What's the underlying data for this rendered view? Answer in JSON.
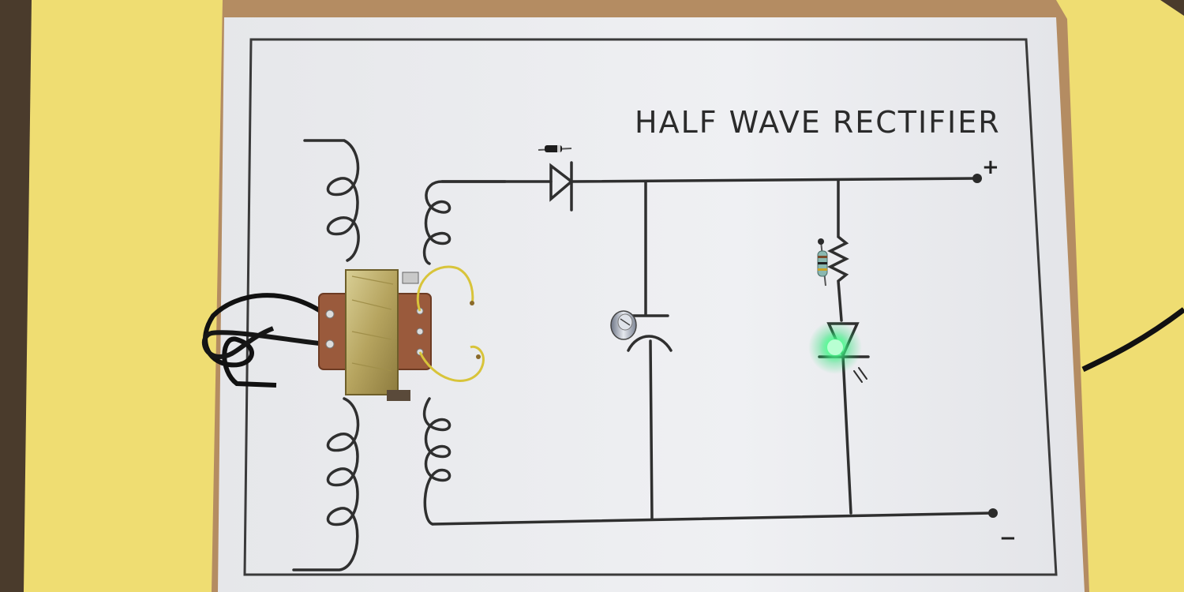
{
  "board": {
    "title": "HALF WAVE RECTIFIER",
    "positive_terminal": "+",
    "negative_terminal": "−"
  },
  "colors": {
    "wood": "#4a3b2c",
    "yellow_sheet": "#f1e17a",
    "cardboard": "#b8936b",
    "paper": "#ecedf0",
    "ink": "#2f2f2f",
    "led_glow": "#39ff88",
    "wire_yellow": "#d8c43a",
    "transformer_core": "#bfae6a",
    "transformer_bobbin": "#9a5a3c"
  },
  "components": [
    "transformer",
    "diode",
    "capacitor",
    "resistor",
    "led"
  ]
}
